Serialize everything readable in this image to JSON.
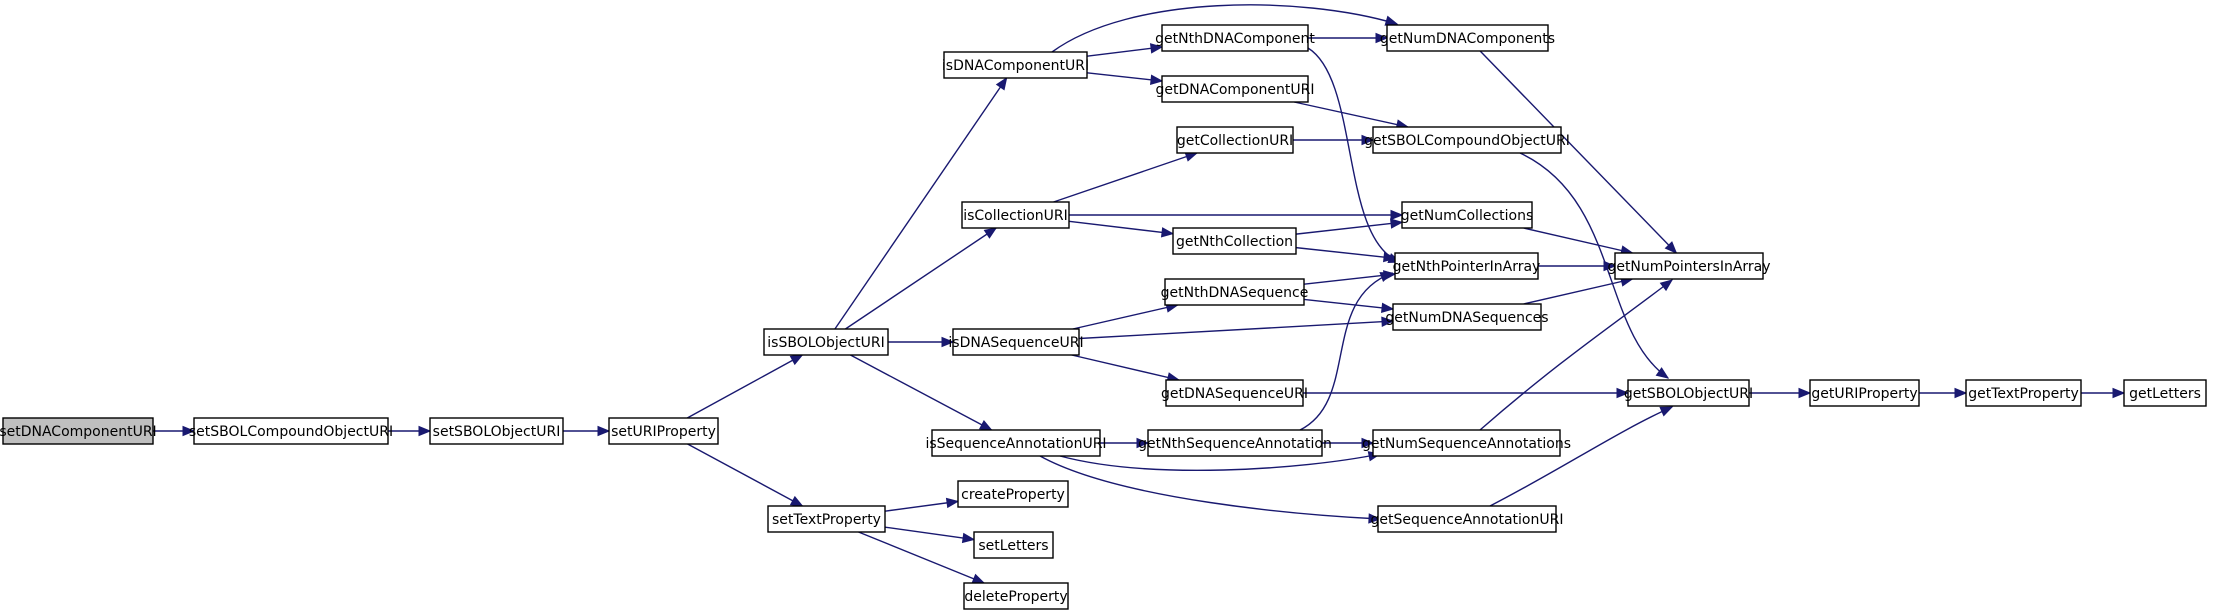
{
  "diagram": {
    "nodes": [
      {
        "id": "setDNAComponentURI",
        "label": "setDNAComponentURI",
        "root": true
      },
      {
        "id": "setSBOLCompoundObjectURI",
        "label": "setSBOLCompoundObjectURI"
      },
      {
        "id": "setSBOLObjectURI",
        "label": "setSBOLObjectURI"
      },
      {
        "id": "setURIProperty",
        "label": "setURIProperty"
      },
      {
        "id": "isSBOLObjectURI",
        "label": "isSBOLObjectURI"
      },
      {
        "id": "setTextProperty",
        "label": "setTextProperty"
      },
      {
        "id": "isDNAComponentURI",
        "label": "isDNAComponentURI"
      },
      {
        "id": "isCollectionURI",
        "label": "isCollectionURI"
      },
      {
        "id": "isDNASequenceURI",
        "label": "isDNASequenceURI"
      },
      {
        "id": "isSequenceAnnotationURI",
        "label": "isSequenceAnnotationURI"
      },
      {
        "id": "createProperty",
        "label": "createProperty"
      },
      {
        "id": "setLetters",
        "label": "setLetters"
      },
      {
        "id": "deleteProperty",
        "label": "deleteProperty"
      },
      {
        "id": "getNthDNAComponent",
        "label": "getNthDNAComponent"
      },
      {
        "id": "getDNAComponentURI",
        "label": "getDNAComponentURI"
      },
      {
        "id": "getCollectionURI",
        "label": "getCollectionURI"
      },
      {
        "id": "getNthCollection",
        "label": "getNthCollection"
      },
      {
        "id": "getNthDNASequence",
        "label": "getNthDNASequence"
      },
      {
        "id": "getDNASequenceURI",
        "label": "getDNASequenceURI"
      },
      {
        "id": "getNthSequenceAnnotation",
        "label": "getNthSequenceAnnotation"
      },
      {
        "id": "getNumDNAComponents",
        "label": "getNumDNAComponents"
      },
      {
        "id": "getSBOLCompoundObjectURI",
        "label": "getSBOLCompoundObjectURI"
      },
      {
        "id": "getNumCollections",
        "label": "getNumCollections"
      },
      {
        "id": "getNthPointerInArray",
        "label": "getNthPointerInArray"
      },
      {
        "id": "getNumDNASequences",
        "label": "getNumDNASequences"
      },
      {
        "id": "getNumSequenceAnnotations",
        "label": "getNumSequenceAnnotations"
      },
      {
        "id": "getSequenceAnnotationURI",
        "label": "getSequenceAnnotationURI"
      },
      {
        "id": "getNumPointersInArray",
        "label": "getNumPointersInArray"
      },
      {
        "id": "getSBOLObjectURI",
        "label": "getSBOLObjectURI"
      },
      {
        "id": "getURIProperty",
        "label": "getURIProperty"
      },
      {
        "id": "getTextProperty",
        "label": "getTextProperty"
      },
      {
        "id": "getLetters",
        "label": "getLetters"
      }
    ],
    "edges": [
      [
        "setDNAComponentURI",
        "setSBOLCompoundObjectURI"
      ],
      [
        "setSBOLCompoundObjectURI",
        "setSBOLObjectURI"
      ],
      [
        "setSBOLObjectURI",
        "setURIProperty"
      ],
      [
        "setURIProperty",
        "isSBOLObjectURI"
      ],
      [
        "setURIProperty",
        "setTextProperty"
      ],
      [
        "isSBOLObjectURI",
        "isDNAComponentURI"
      ],
      [
        "isSBOLObjectURI",
        "isCollectionURI"
      ],
      [
        "isSBOLObjectURI",
        "isDNASequenceURI"
      ],
      [
        "isSBOLObjectURI",
        "isSequenceAnnotationURI"
      ],
      [
        "setTextProperty",
        "createProperty"
      ],
      [
        "setTextProperty",
        "setLetters"
      ],
      [
        "setTextProperty",
        "deleteProperty"
      ],
      [
        "isDNAComponentURI",
        "getNumDNAComponents"
      ],
      [
        "isDNAComponentURI",
        "getNthDNAComponent"
      ],
      [
        "isDNAComponentURI",
        "getDNAComponentURI"
      ],
      [
        "isCollectionURI",
        "getCollectionURI"
      ],
      [
        "isCollectionURI",
        "getNumCollections"
      ],
      [
        "isCollectionURI",
        "getNthCollection"
      ],
      [
        "isDNASequenceURI",
        "getNthDNASequence"
      ],
      [
        "isDNASequenceURI",
        "getNumDNASequences"
      ],
      [
        "isDNASequenceURI",
        "getDNASequenceURI"
      ],
      [
        "isSequenceAnnotationURI",
        "getNthSequenceAnnotation"
      ],
      [
        "isSequenceAnnotationURI",
        "getNumSequenceAnnotations"
      ],
      [
        "isSequenceAnnotationURI",
        "getSequenceAnnotationURI"
      ],
      [
        "getNthDNAComponent",
        "getNumDNAComponents"
      ],
      [
        "getNthDNAComponent",
        "getNthPointerInArray"
      ],
      [
        "getDNAComponentURI",
        "getSBOLCompoundObjectURI"
      ],
      [
        "getCollectionURI",
        "getSBOLCompoundObjectURI"
      ],
      [
        "getNthCollection",
        "getNumCollections"
      ],
      [
        "getNthCollection",
        "getNthPointerInArray"
      ],
      [
        "getNthDNASequence",
        "getNthPointerInArray"
      ],
      [
        "getNthDNASequence",
        "getNumDNASequences"
      ],
      [
        "getDNASequenceURI",
        "getSBOLObjectURI"
      ],
      [
        "getNthSequenceAnnotation",
        "getNumSequenceAnnotations"
      ],
      [
        "getNthSequenceAnnotation",
        "getNthPointerInArray"
      ],
      [
        "getNumDNAComponents",
        "getNumPointersInArray"
      ],
      [
        "getSBOLCompoundObjectURI",
        "getSBOLObjectURI"
      ],
      [
        "getNumCollections",
        "getNumPointersInArray"
      ],
      [
        "getNthPointerInArray",
        "getNumPointersInArray"
      ],
      [
        "getNumDNASequences",
        "getNumPointersInArray"
      ],
      [
        "getNumSequenceAnnotations",
        "getNumPointersInArray"
      ],
      [
        "getSequenceAnnotationURI",
        "getSBOLObjectURI"
      ],
      [
        "getSBOLObjectURI",
        "getURIProperty"
      ],
      [
        "getURIProperty",
        "getTextProperty"
      ],
      [
        "getTextProperty",
        "getLetters"
      ]
    ]
  },
  "colors": {
    "edge": "#191970",
    "node_border": "#000000",
    "node_fill": "#ffffff",
    "root_fill": "#bfbfbf"
  }
}
